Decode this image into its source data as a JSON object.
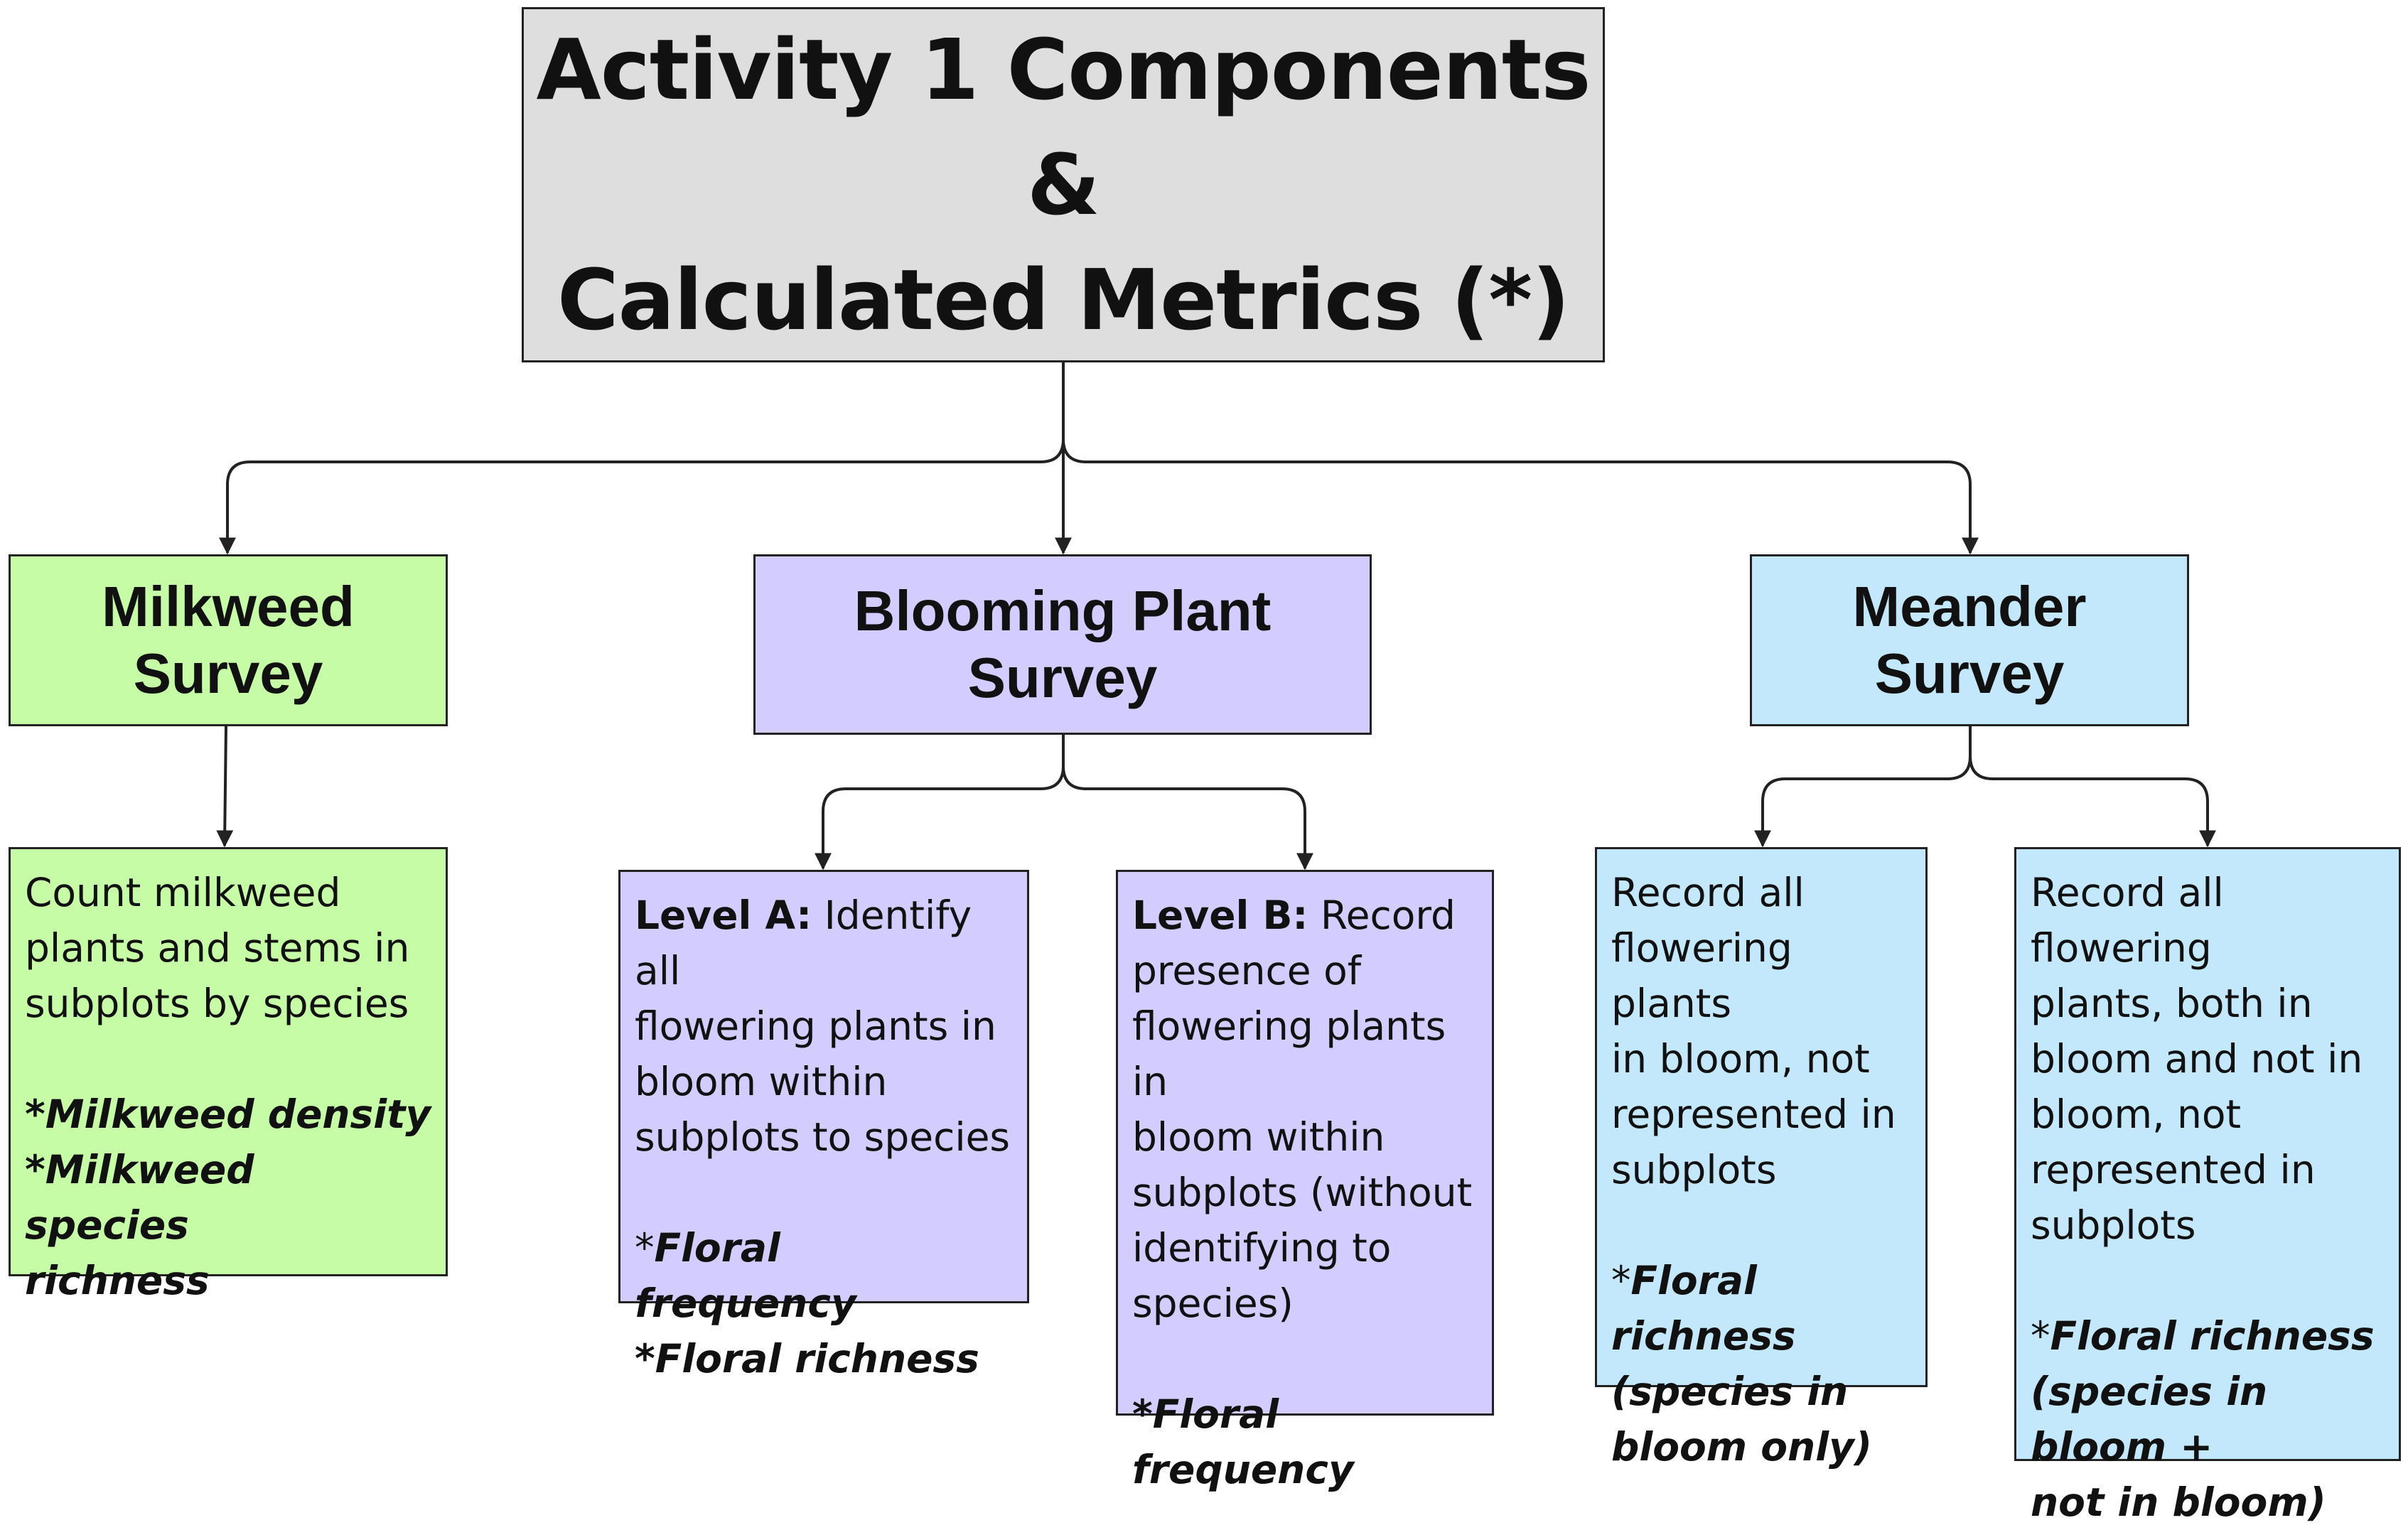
{
  "title": {
    "line1": "Activity 1 Components &",
    "line2": "Calculated Metrics (*)"
  },
  "colors": {
    "title_bg": "#dedede",
    "milkweed_bg": "#c6fca6",
    "blooming_bg": "#d3ccff",
    "meander_bg": "#c4e8fb",
    "border": "#222222"
  },
  "milkweed": {
    "heading_line1": "Milkweed",
    "heading_line2": "Survey",
    "desc_lines": [
      "Count milkweed",
      "plants and stems in",
      "subplots by species"
    ],
    "metric_lines": [
      "*Milkweed density",
      "*Milkweed species",
      "richness"
    ]
  },
  "blooming": {
    "heading_line1": "Blooming Plant",
    "heading_line2": "Survey",
    "level_a": {
      "label": "Level A:",
      "first_line_rest": " Identify all",
      "desc_lines": [
        "flowering plants in",
        "bloom within",
        "subplots to species"
      ],
      "metric_lines": [
        "Floral frequency",
        "*Floral richness"
      ]
    },
    "level_b": {
      "label": "Level B:",
      "first_line_rest": " Record",
      "desc_lines": [
        "presence of",
        "flowering plants in",
        "bloom within",
        "subplots (without",
        "identifying to",
        "species)"
      ],
      "metric_lines": [
        "*Floral frequency"
      ]
    }
  },
  "meander": {
    "heading_line1": "Meander",
    "heading_line2": "Survey",
    "left": {
      "desc_lines": [
        "Record all",
        "flowering plants",
        "in bloom, not",
        "represented in",
        "subplots"
      ],
      "metric_lines": [
        "Floral richness",
        "(species in",
        "bloom only)"
      ]
    },
    "right": {
      "desc_lines": [
        "Record all flowering",
        "plants, both in",
        "bloom and not in",
        "bloom, not",
        "represented in",
        "subplots"
      ],
      "metric_lines": [
        "Floral richness",
        "(species in bloom +",
        "not in bloom)"
      ]
    }
  }
}
